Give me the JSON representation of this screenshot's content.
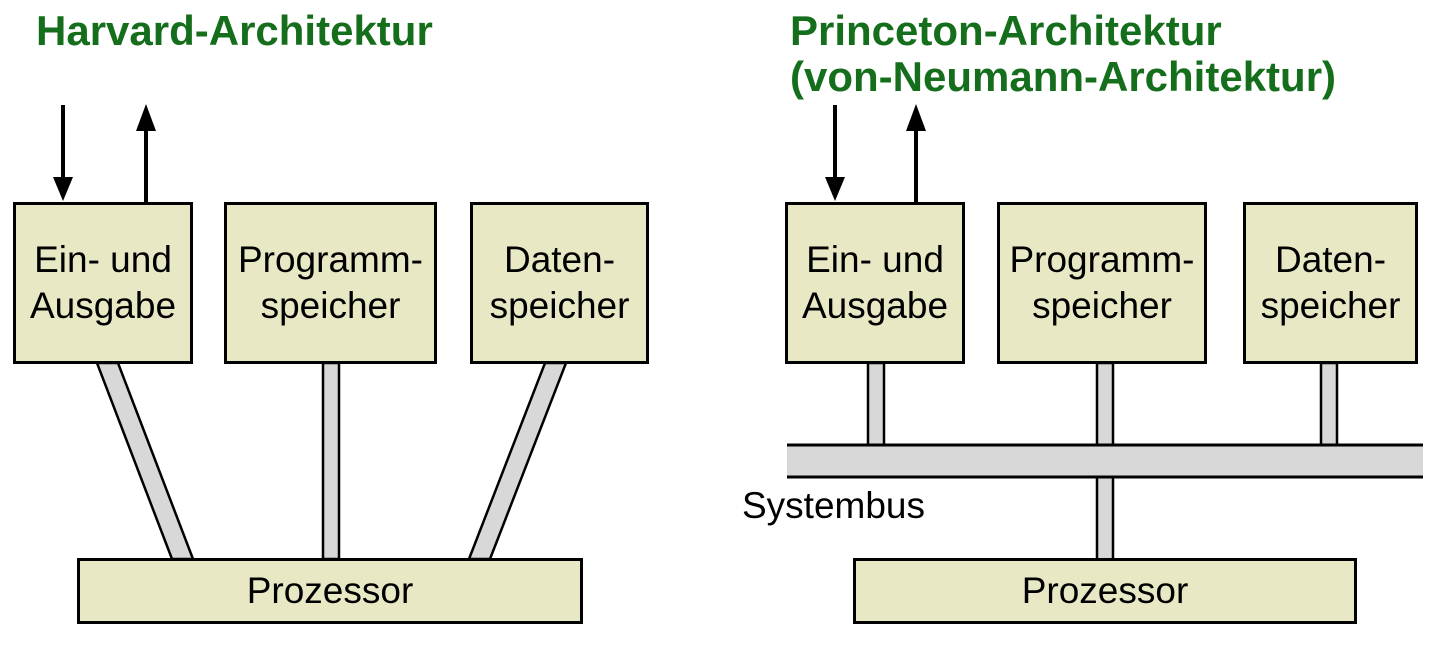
{
  "harvard": {
    "title": "Harvard-Architektur",
    "boxes": [
      {
        "lines": [
          "Ein- und",
          "Ausgabe"
        ]
      },
      {
        "lines": [
          "Programm-",
          "speicher"
        ]
      },
      {
        "lines": [
          "Daten-",
          "speicher"
        ]
      }
    ],
    "processor_label": "Prozessor"
  },
  "princeton": {
    "title_lines": [
      "Princeton-Architektur",
      "(von-Neumann-Architektur)"
    ],
    "boxes": [
      {
        "lines": [
          "Ein- und",
          "Ausgabe"
        ]
      },
      {
        "lines": [
          "Programm-",
          "speicher"
        ]
      },
      {
        "lines": [
          "Daten-",
          "speicher"
        ]
      }
    ],
    "bus_label": "Systembus",
    "processor_label": "Prozessor"
  },
  "icons": {
    "input_arrow": "arrow-down",
    "output_arrow": "arrow-up"
  },
  "colors": {
    "title_green": "#156e1b",
    "box_fill": "#e9e8c5",
    "box_border": "#000000",
    "connector_fill": "#d8d8d8",
    "connector_outline": "#000000",
    "background": "#ffffff"
  }
}
